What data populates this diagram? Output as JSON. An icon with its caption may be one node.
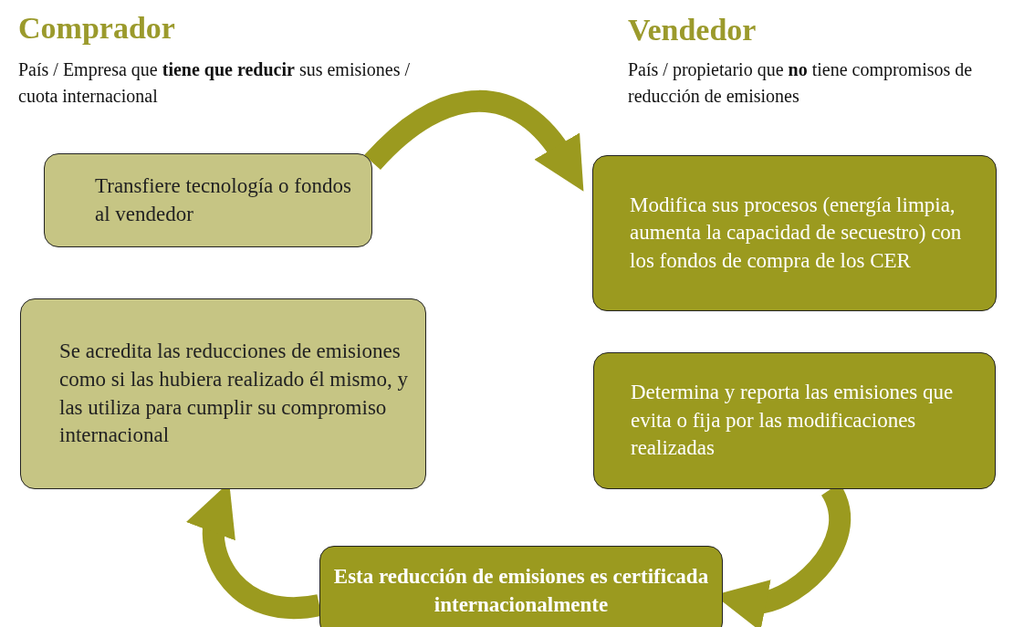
{
  "diagram": {
    "nodes": [
      {
        "text": [
          "Transfiere tecnología o fondos al vendedor"
        ]
      },
      {
        "text": [
          "Modifica sus procesos (energía limpia, aumenta la capacidad de secuestro) con los fondos de compra de los CER"
        ]
      },
      {
        "text": [
          "Determina y reporta las emisiones que evita o fija por las modificaciones realizadas"
        ]
      },
      {
        "text": [
          "Esta reducción de emisiones es certificada internacionalmente"
        ]
      },
      {
        "text": [
          "Se acredita las reducciones de emisiones como si las hubiera realizado él mismo, y las utiliza para cumplir su compromiso internacional"
        ]
      }
    ],
    "edges": [
      {
        "from": 0,
        "to": 1,
        "arrow": "to"
      },
      {
        "from": 2,
        "to": 3,
        "arrow": "to"
      },
      {
        "from": 3,
        "to": 4,
        "arrow": "to"
      }
    ],
    "labels": [
      "Comprador",
      "País / Empresa que **tiene que reducir** sus emisiones / cuota internacional",
      "Vendedor",
      "País / propietario que **no** tiene compromisos de reducción de emisiones"
    ]
  }
}
